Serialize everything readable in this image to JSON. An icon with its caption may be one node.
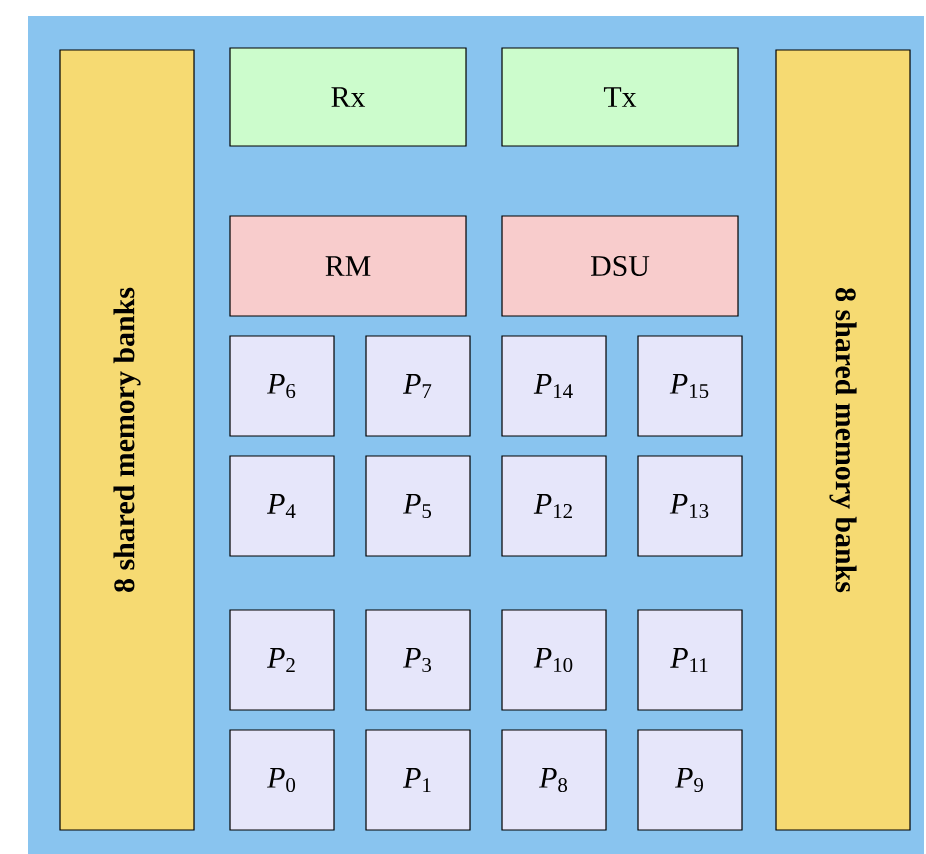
{
  "diagram": {
    "nodes": [
      {
        "text": [
          "8 shared memory banks"
        ]
      },
      {
        "text": [
          "Rx"
        ]
      },
      {
        "text": [
          "Tx"
        ]
      },
      {
        "text": [
          "RM"
        ]
      },
      {
        "text": [
          "DSU"
        ]
      },
      {
        "text": [
          "*P*$_{6}$"
        ]
      },
      {
        "text": [
          "*P*$_{7}$"
        ]
      },
      {
        "text": [
          "*P*$_{14}$"
        ]
      },
      {
        "text": [
          "*P*$_{15}$"
        ]
      },
      {
        "text": [
          "*P*$_{4}$"
        ]
      },
      {
        "text": [
          "*P*$_{5}$"
        ]
      },
      {
        "text": [
          "*P*$_{12}$"
        ]
      },
      {
        "text": [
          "*P*$_{13}$"
        ]
      },
      {
        "text": [
          "*P*$_{2}$"
        ]
      },
      {
        "text": [
          "*P*$_{3}$"
        ]
      },
      {
        "text": [
          "*P*$_{10}$"
        ]
      },
      {
        "text": [
          "*P*$_{11}$"
        ]
      },
      {
        "text": [
          "*P*$_{0}$"
        ]
      },
      {
        "text": [
          "*P*$_{1}$"
        ]
      },
      {
        "text": [
          "*P*$_{8}$"
        ]
      },
      {
        "text": [
          "*P*$_{9}$"
        ]
      },
      {
        "text": [
          "8 shared memory banks"
        ]
      }
    ]
  }
}
